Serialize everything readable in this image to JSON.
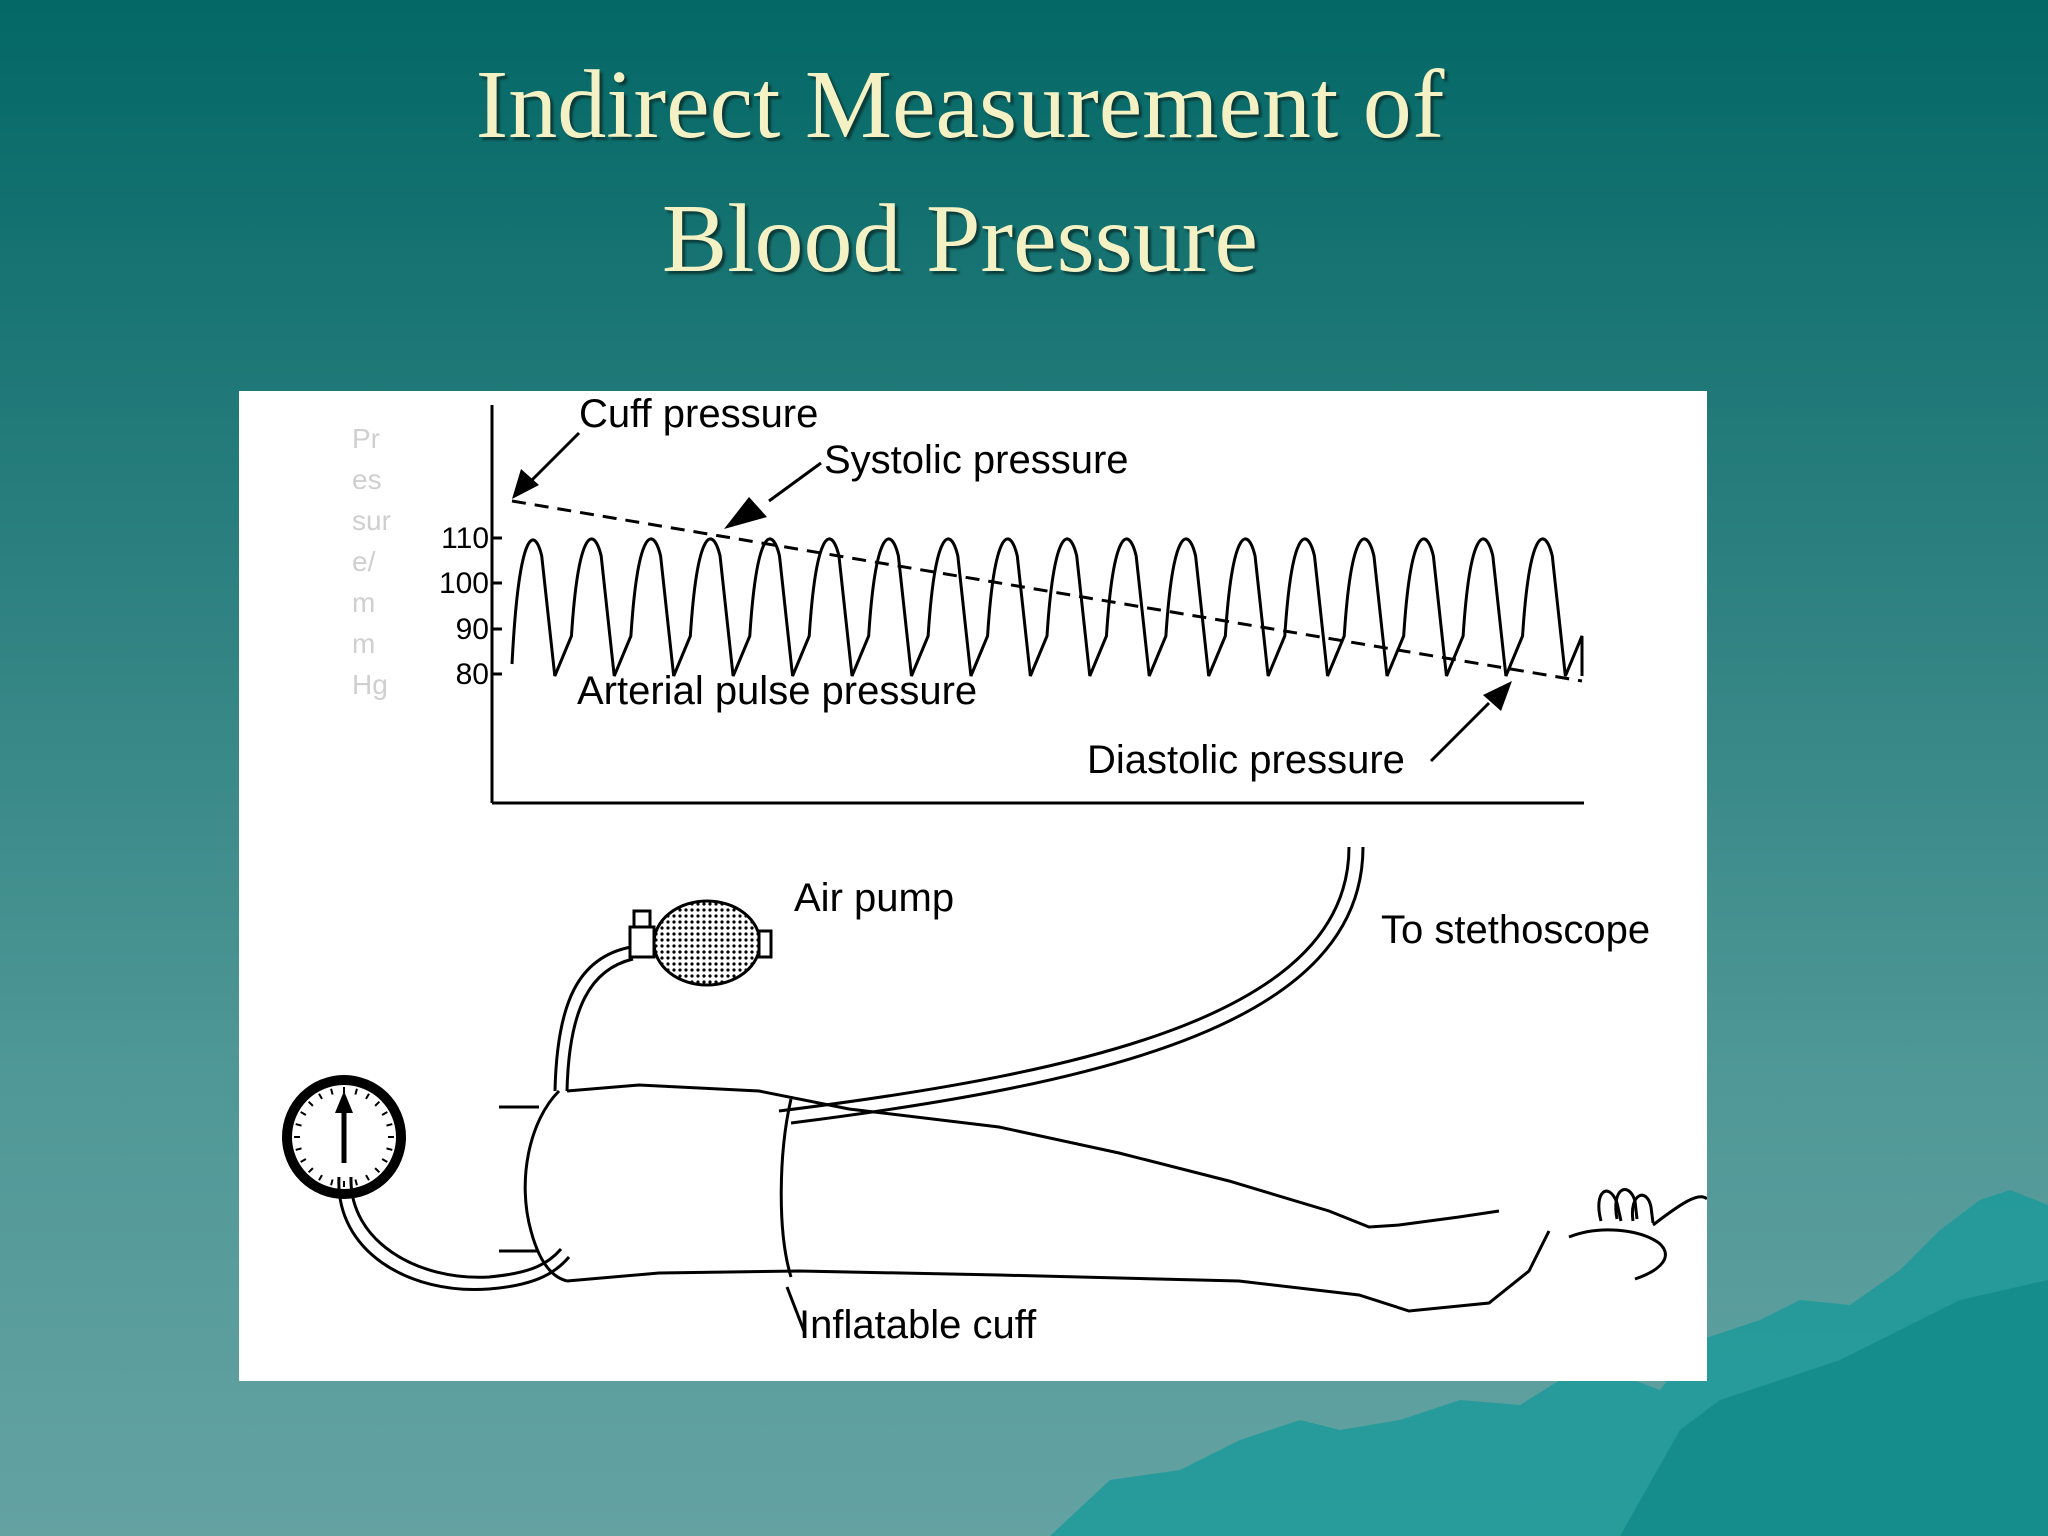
{
  "slide": {
    "title_line1": "Indirect Measurement of",
    "title_line2": "Blood Pressure"
  },
  "figure": {
    "y_axis_label_lines": [
      "Pr",
      "es",
      "sur",
      "e/",
      "m",
      "m",
      "Hg"
    ],
    "y_ticks": [
      "110",
      "100",
      "90",
      "80"
    ],
    "labels": {
      "cuff_pressure": "Cuff pressure",
      "systolic_pressure": "Systolic pressure",
      "arterial_pulse_pressure": "Arterial pulse pressure",
      "diastolic_pressure": "Diastolic pressure",
      "air_pump": "Air pump",
      "to_stethoscope": "To stethoscope",
      "inflatable_cuff": "Inflatable cuff"
    }
  },
  "colors": {
    "title": "#f4f1c4",
    "background_top": "#036866",
    "background_bottom": "#64a2a2",
    "mountain": "#1d9a9a"
  }
}
